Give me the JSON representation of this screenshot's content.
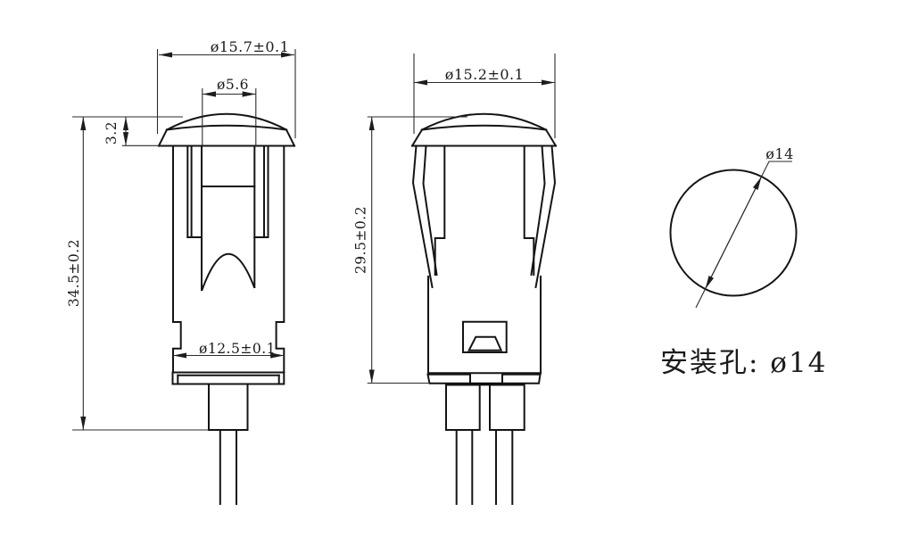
{
  "drawing": {
    "front_view": {
      "cap_outer_dia": "ø15.7±0.1",
      "lens_dia": "ø5.6",
      "cap_height": "3.2",
      "total_height": "34.5±0.2",
      "body_dia": "ø12.5±0.1"
    },
    "side_view": {
      "cap_dia": "ø15.2±0.1",
      "height": "29.5±0.2"
    },
    "hole_view": {
      "hole_dia": "ø14",
      "note": "安装孔: ø14"
    },
    "colors": {
      "background": "#ffffff",
      "object_line": "#141414",
      "dimension_line": "#2b2b2b"
    }
  }
}
